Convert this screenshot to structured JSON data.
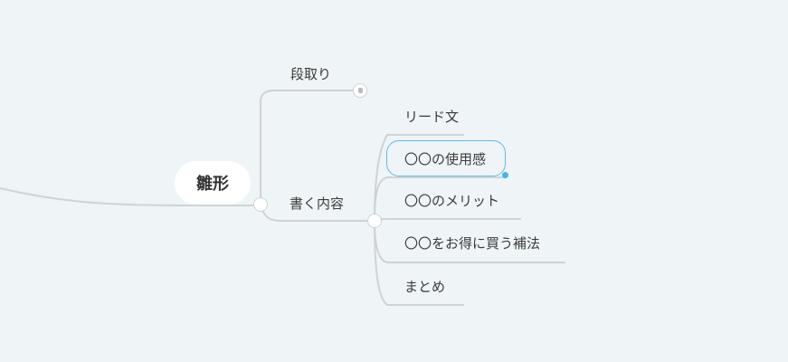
{
  "mindmap": {
    "central": {
      "label": "雛形"
    },
    "branches": [
      {
        "label": "段取り",
        "collapsed": true
      },
      {
        "label": "書く内容",
        "children": [
          {
            "label": "リード文"
          },
          {
            "label": "〇〇の使用感",
            "selected": true
          },
          {
            "label": "〇〇のメリット"
          },
          {
            "label": "〇〇をお得に買う補法"
          },
          {
            "label": "まとめ"
          }
        ]
      }
    ]
  },
  "colors": {
    "background": "#eff4f7",
    "line": "#cfd3d6",
    "selection": "#5bbde8",
    "node_text": "#3b3b3b"
  }
}
